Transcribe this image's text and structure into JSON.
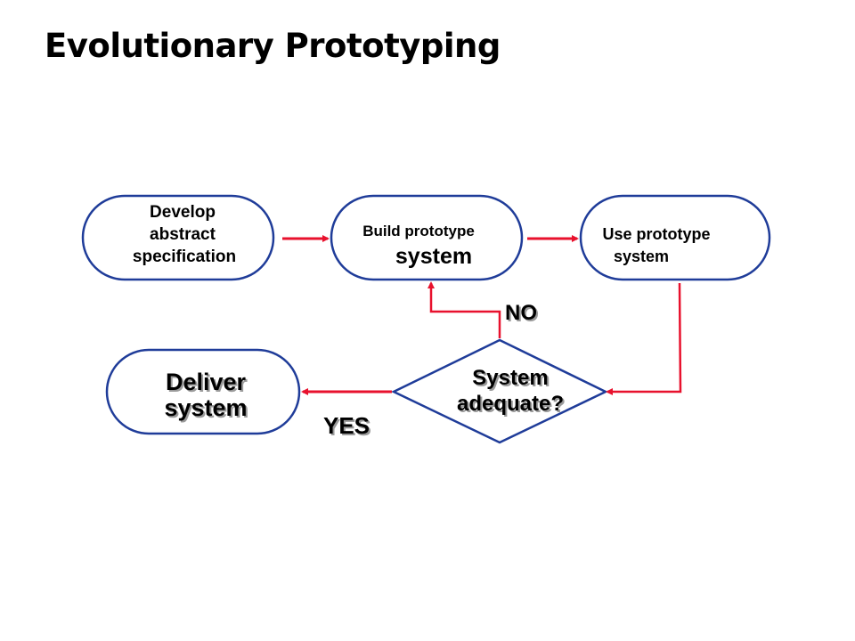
{
  "title": "Evolutionary Prototyping",
  "nodes": {
    "develop": {
      "line1": "Develop",
      "line2": "abstract",
      "line3": "specification"
    },
    "build": {
      "line1": "Build prototype",
      "line2": "system"
    },
    "use": {
      "line1": "Use prototype",
      "line2": "system"
    },
    "deliver": {
      "line1": "Deliver",
      "line2": "system"
    },
    "decision": {
      "line1": "System",
      "line2": "adequate?"
    }
  },
  "edges": {
    "no_label": "NO",
    "yes_label": "YES"
  },
  "colors": {
    "node_border": "#1f3c99",
    "arrow": "#e8112d",
    "text": "#000000"
  }
}
